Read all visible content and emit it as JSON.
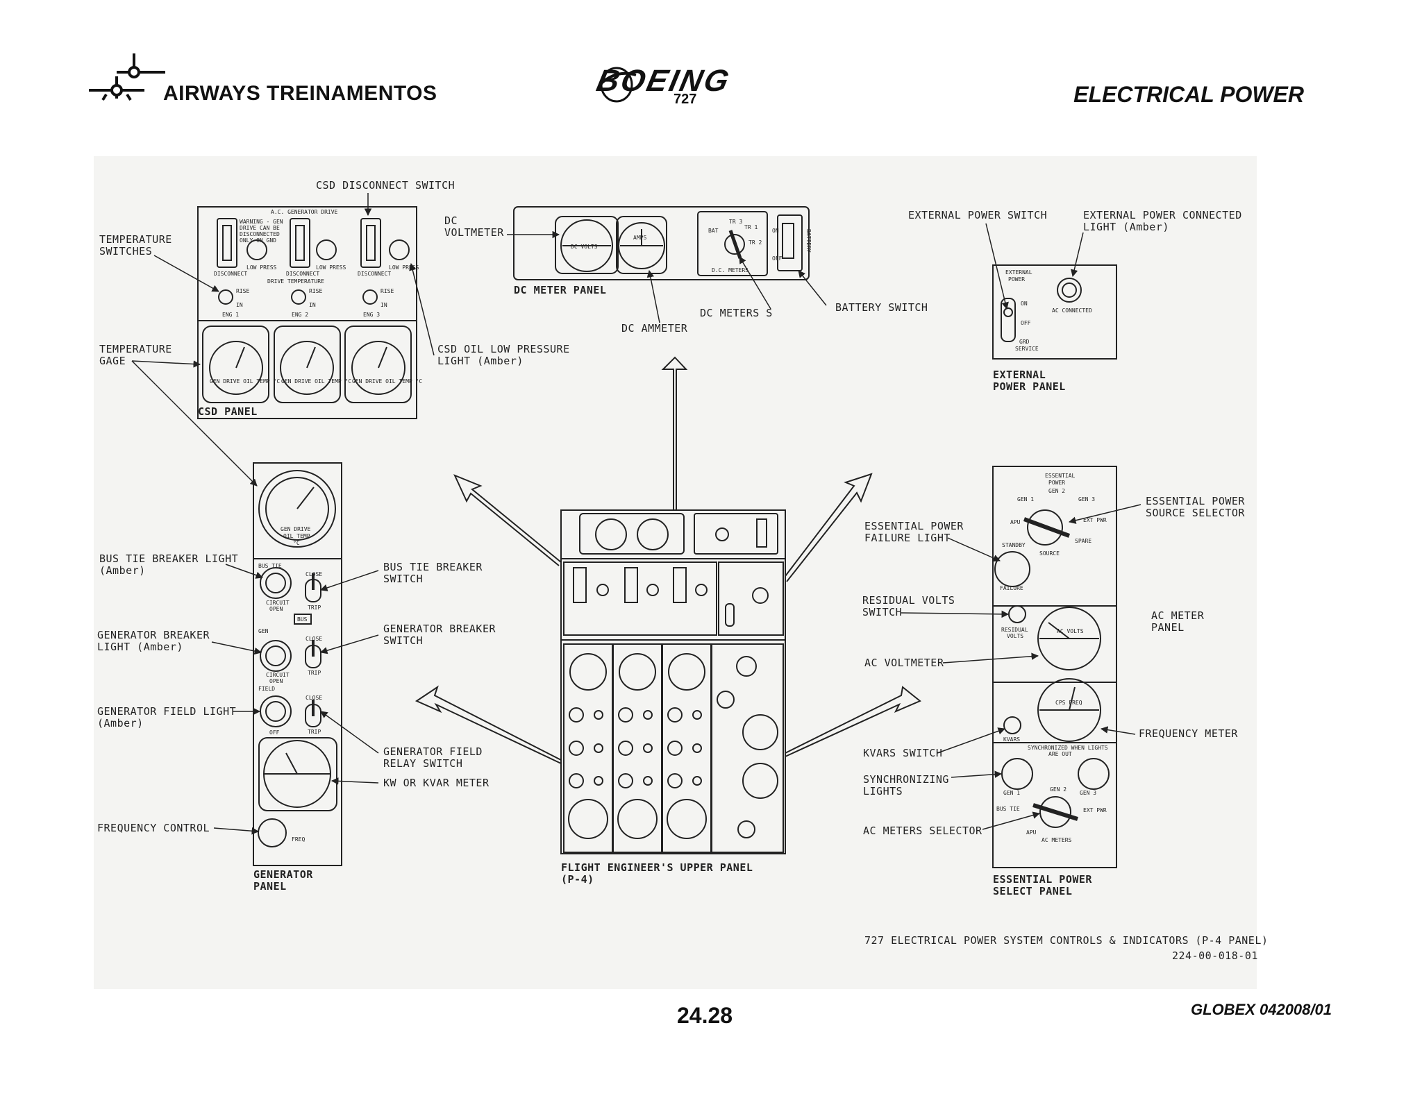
{
  "header": {
    "company": "AIRWAYS  TREINAMENTOS",
    "brand": "BOEING",
    "model": "727",
    "section_title": "ELECTRICAL POWER"
  },
  "footer": {
    "page_number": "24.28",
    "doc_id": "GLOBEX 042008/01"
  },
  "figure": {
    "caption": "727 ELECTRICAL POWER SYSTEM CONTROLS & INDICATORS (P-4 PANEL)",
    "figure_id": "224-00-018-01"
  },
  "csd_panel": {
    "title": "CSD PANEL",
    "header_text": "A.C. GENERATOR DRIVE",
    "warning_lines": [
      "WARNING - GEN",
      "DRIVE CAN BE",
      "DISCONNECTED",
      "ONLY ON GND"
    ],
    "disconnect": "DISCONNECT",
    "low_press": "LOW PRESS",
    "drive_temperature": "DRIVE  TEMPERATURE",
    "rise": "RISE",
    "in": "IN",
    "engines": [
      "ENG 1",
      "ENG 2",
      "ENG 3"
    ],
    "gauge_label": "GEN DRIVE OIL TEMP °C",
    "callouts": {
      "csd_disconnect_switch": "CSD DISCONNECT SWITCH",
      "temperature_switches": [
        "TEMPERATURE",
        "SWITCHES"
      ],
      "temperature_gage": [
        "TEMPERATURE",
        "GAGE"
      ],
      "csd_oil_low_pressure_light": [
        "CSD OIL LOW PRESSURE",
        "LIGHT (Amber)"
      ]
    }
  },
  "dc_meter_panel": {
    "title": "DC METER PANEL",
    "dc_volts": "DC VOLTS",
    "amps": "AMPS",
    "dc_meters_knob": "D.C. METERS",
    "knob_positions": [
      "BAT",
      "TR 1",
      "TR 2",
      "TR 3"
    ],
    "battery": "BATTERY",
    "on": "ON",
    "off": "OFF",
    "callouts": {
      "dc_voltmeter": [
        "DC",
        "VOLTMETER"
      ],
      "dc_ammeter": "DC AMMETER",
      "dc_meters_s": "DC METERS S",
      "battery_switch": "BATTERY SWITCH"
    }
  },
  "external_power_panel": {
    "title": [
      "EXTERNAL",
      "POWER PANEL"
    ],
    "panel_label": [
      "EXTERNAL",
      "POWER"
    ],
    "on": "ON",
    "off": "OFF",
    "grd_service": [
      "GRD",
      "SERVICE"
    ],
    "ac_connected": "AC CONNECTED",
    "callouts": {
      "external_power_switch": "EXTERNAL POWER SWITCH",
      "external_power_connected_light": [
        "EXTERNAL POWER CONNECTED",
        "LIGHT (Amber)"
      ]
    }
  },
  "generator_panel": {
    "title": [
      "GENERATOR",
      "PANEL"
    ],
    "bus_tie": "BUS TIE",
    "gen": "GEN",
    "field": "FIELD",
    "circuit_open": [
      "CIRCUIT",
      "OPEN"
    ],
    "bus": "BUS",
    "off": "OFF",
    "close": "CLOSE",
    "trip": "TRIP",
    "freq": "FREQ",
    "gauge_label": [
      "GEN DRIVE",
      "OIL TEMP",
      "°C"
    ],
    "callouts": {
      "bus_tie_breaker_light": [
        "BUS TIE BREAKER LIGHT",
        "(Amber)"
      ],
      "bus_tie_breaker_switch": [
        "BUS TIE BREAKER",
        "SWITCH"
      ],
      "generator_breaker_light": [
        "GENERATOR BREAKER",
        "LIGHT (Amber)"
      ],
      "generator_breaker_switch": [
        "GENERATOR BREAKER",
        "SWITCH"
      ],
      "generator_field_light": [
        "GENERATOR FIELD LIGHT",
        "(Amber)"
      ],
      "generator_field_relay_switch": [
        "GENERATOR FIELD",
        "RELAY SWITCH"
      ],
      "kw_or_kvar_meter": "KW OR KVAR METER",
      "frequency_control": "FREQUENCY CONTROL"
    }
  },
  "upper_panel": {
    "title": [
      "FLIGHT ENGINEER'S UPPER PANEL",
      "(P-4)"
    ]
  },
  "essential_power_panel": {
    "title": [
      "ESSENTIAL POWER",
      "SELECT PANEL"
    ],
    "header": [
      "ESSENTIAL",
      "POWER"
    ],
    "selector_positions": [
      "GEN 1",
      "GEN 2",
      "GEN 3",
      "APU",
      "EXT PWR",
      "STANDBY"
    ],
    "source": "SOURCE",
    "spare": "SPARE",
    "failure": "FAILURE",
    "residual_volts": [
      "RESIDUAL",
      "VOLTS"
    ],
    "ac_volts": "AC VOLTS",
    "cps_freq": "CPS FREQ",
    "kvars": "KVARS",
    "sync_text": [
      "SYNCHRONIZED WHEN LIGHTS",
      "ARE OUT"
    ],
    "ac_meters": "AC METERS",
    "meter_positions": [
      "BUS TIE",
      "GEN 1",
      "GEN 2",
      "GEN 3",
      "EXT PWR",
      "APU"
    ],
    "callouts": {
      "essential_power_failure_light": [
        "ESSENTIAL POWER",
        "FAILURE LIGHT"
      ],
      "essential_power_source_selector": [
        "ESSENTIAL POWER",
        "SOURCE SELECTOR"
      ],
      "residual_volts_switch": [
        "RESIDUAL VOLTS",
        "SWITCH"
      ],
      "ac_voltmeter": "AC VOLTMETER",
      "ac_meter_panel": [
        "AC METER",
        "PANEL"
      ],
      "frequency_meter": "FREQUENCY METER",
      "kvars_switch": "KVARS SWITCH",
      "synchronizing_lights": [
        "SYNCHRONIZING",
        "LIGHTS"
      ],
      "ac_meters_selector": "AC METERS SELECTOR"
    }
  }
}
